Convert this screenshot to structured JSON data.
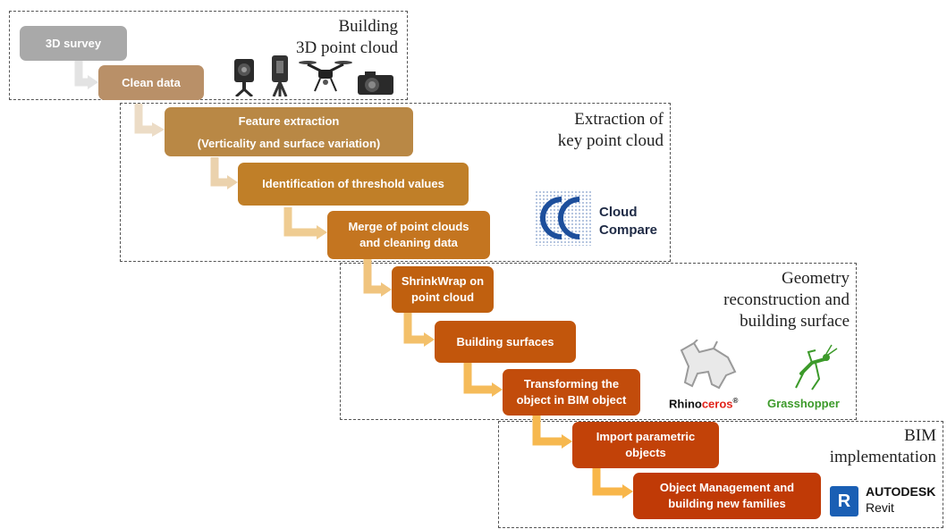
{
  "sections": {
    "s1": {
      "title": "Building\n3D point cloud"
    },
    "s2": {
      "title": "Extraction of\nkey point cloud"
    },
    "s3": {
      "title": "Geometry\nreconstruction and\nbuilding surface"
    },
    "s4": {
      "title": "BIM\nimplementation"
    }
  },
  "steps": {
    "survey": {
      "label": "3D survey",
      "color": "#a9a9a9"
    },
    "clean": {
      "label": "Clean data",
      "color": "#b99068"
    },
    "feature": {
      "label": "Feature extraction\n(Verticality and surface variation)",
      "color": "#b98845"
    },
    "threshold": {
      "label": "Identification of threshold values",
      "color": "#c07f28"
    },
    "merge": {
      "label": "Merge of point clouds\nand cleaning data",
      "color": "#c47520"
    },
    "shrinkwrap": {
      "label": "ShrinkWrap on\npoint cloud",
      "color": "#c0600f"
    },
    "surfaces": {
      "label": "Building surfaces",
      "color": "#c2560c"
    },
    "transform": {
      "label": "Transforming the\nobject in BIM object",
      "color": "#c24c0b"
    },
    "import": {
      "label": "Import parametric\nobjects",
      "color": "#c24208"
    },
    "manage": {
      "label": "Object Management and\nbuilding new families",
      "color": "#c03a06"
    }
  },
  "logos": {
    "cloudcompare": {
      "line1": "Cloud",
      "line2": "Compare"
    },
    "rhino": {
      "text_a": "Rhino",
      "text_b": "ceros",
      "mark": "®"
    },
    "grasshopper": {
      "text": "Grasshopper"
    },
    "autodesk": {
      "line1": "AUTODESK",
      "line2": "Revit",
      "badge": "R"
    }
  },
  "colors": {
    "arrow_light": "#ecdcc6",
    "arrow_mid": "#f0c47e",
    "arrow_bright": "#f8b64a",
    "cloudcompare_blue": "#1d4f9c",
    "rhino_red": "#e2231a",
    "grasshopper_green": "#3c9a2a",
    "revit_blue": "#1a5fb4"
  }
}
